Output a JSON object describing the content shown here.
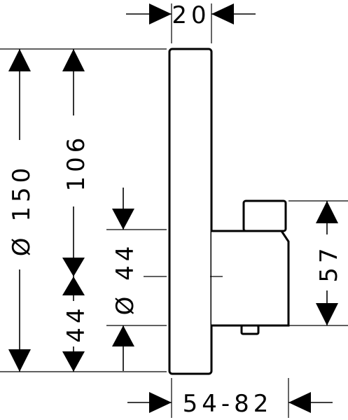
{
  "dimensions": {
    "top_width": "20",
    "diameter_plate": "Ø 150",
    "plate_upper": "106",
    "diameter_body": "Ø 44",
    "plate_lower": "44",
    "bottom_depth": "54-82",
    "body_height": "57"
  }
}
